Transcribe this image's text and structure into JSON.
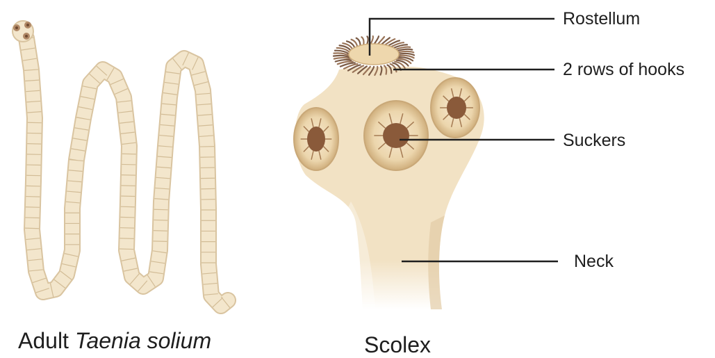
{
  "captions": {
    "adult_prefix": "Adult",
    "adult_species": "Taenia solium",
    "scolex": "Scolex"
  },
  "labels": {
    "rostellum": "Rostellum",
    "hooks": "2 rows of hooks",
    "suckers": "Suckers",
    "neck": "Neck"
  },
  "colors": {
    "body_fill": "#f3e6cc",
    "body_stroke": "#d9c4a0",
    "scolex_fill": "#f2e2c4",
    "sucker_ring": "#e7cfa2",
    "sucker_center": "#8a5a3a",
    "hooks": "#7a5a45",
    "leader_line": "#1e1e1e"
  }
}
